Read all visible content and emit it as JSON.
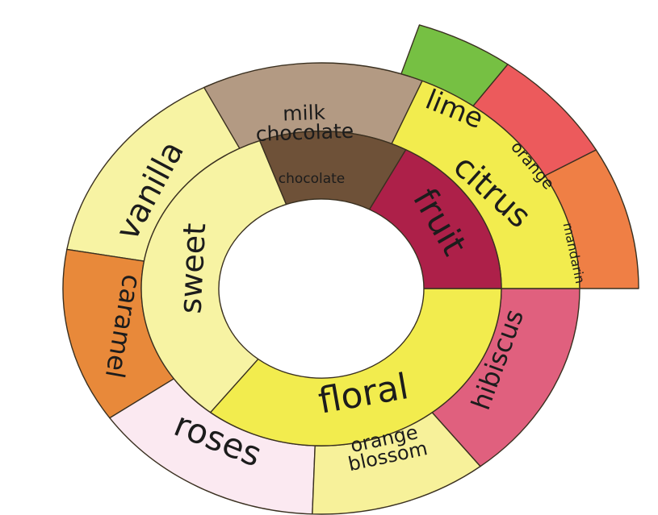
{
  "chart_data": {
    "type": "sunburst",
    "inner": [
      {
        "id": "sweet",
        "label": "sweet",
        "color": "#f7f3a3"
      },
      {
        "id": "chocolate",
        "label": "chocolate",
        "color": "#6e5138"
      },
      {
        "id": "fruit",
        "label": "fruit",
        "color": "#ad2049"
      },
      {
        "id": "floral",
        "label": "floral",
        "color": "#f2ec4e"
      }
    ],
    "outer": [
      {
        "id": "vanilla",
        "parent": "sweet",
        "lines": [
          "vanilla"
        ],
        "color": "#f7f3a3"
      },
      {
        "id": "caramel",
        "parent": "sweet",
        "lines": [
          "caramel"
        ],
        "color": "#e8893a"
      },
      {
        "id": "milk-chocolate",
        "parent": "chocolate",
        "lines": [
          "milk",
          "chocolate"
        ],
        "color": "#b39a83"
      },
      {
        "id": "citrus",
        "parent": "fruit",
        "lines": [
          "citrus"
        ],
        "color": "#f2ec4e"
      },
      {
        "id": "lime",
        "parent": "citrus",
        "lines": [
          "lime"
        ],
        "color": "#76c043"
      },
      {
        "id": "orange",
        "parent": "citrus",
        "lines": [
          "orange"
        ],
        "color": "#ec5a5c"
      },
      {
        "id": "mandarin",
        "parent": "citrus",
        "lines": [
          "mandarin"
        ],
        "color": "#ef7f45"
      },
      {
        "id": "hibiscus",
        "parent": "floral",
        "lines": [
          "hibiscus"
        ],
        "color": "#e0607e"
      },
      {
        "id": "orange-blossom",
        "parent": "floral",
        "lines": [
          "orange",
          "blossom"
        ],
        "color": "#f7f19a"
      },
      {
        "id": "roses",
        "parent": "floral",
        "lines": [
          "roses"
        ],
        "color": "#fbe9f1"
      }
    ]
  }
}
